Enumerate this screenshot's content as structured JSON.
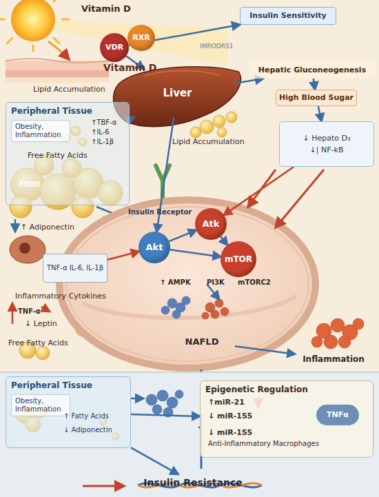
{
  "diagram": {
    "nodes": [
      {
        "text": [
          "VDR"
        ]
      },
      {
        "text": [
          "RXR"
        ]
      },
      {
        "text": [
          "Insulin Sensitivity"
        ]
      },
      {
        "text": [
          "Peripheral Tissue",
          "Obesity, Inflammation"
        ]
      },
      {
        "text": [
          "Liver"
        ]
      },
      {
        "text": [
          "Hepatic Gluconeogenesis"
        ]
      },
      {
        "text": [
          "High Blood Sugar"
        ]
      },
      {
        "text": [
          "↓ Hepato D₃",
          "↓| NF-kB"
        ]
      },
      {
        "text": [
          "Atk"
        ]
      },
      {
        "text": [
          "Akt"
        ]
      },
      {
        "text": [
          "mTOR"
        ]
      },
      {
        "text": [
          "TNF-α IL-6, IL-1β"
        ]
      },
      {
        "text": [
          "NAFLD"
        ]
      },
      {
        "text": [
          "Inflammation"
        ]
      },
      {
        "text": [
          "Peripheral Tissue",
          "Obesity, Inflammation"
        ]
      },
      {
        "text": [
          "Epigenetic Regulation"
        ]
      },
      {
        "text": [
          "TNFα"
        ],
        "in": 15
      },
      {
        "text": [
          "Insulin Resistance"
        ]
      }
    ],
    "edges": [
      {
        "from": 0,
        "to": 2,
        "arrow": "to"
      },
      {
        "from": 0,
        "to": 4,
        "arrow": "to"
      },
      {
        "from": 3,
        "to": 4,
        "arrow": "to"
      },
      {
        "from": 4,
        "to": 5,
        "arrow": "to"
      },
      {
        "from": 5,
        "to": 6,
        "arrow": "to"
      },
      {
        "from": 6,
        "to": 7,
        "arrow": "to"
      },
      {
        "from": 7,
        "to": 8,
        "arrow": "to"
      },
      {
        "from": 4,
        "to": 9,
        "arrow": "to"
      },
      {
        "from": 9,
        "to": 8,
        "arrow": "to"
      },
      {
        "from": 8,
        "to": 10,
        "arrow": "to"
      },
      {
        "from": 9,
        "to": 10,
        "arrow": "to"
      },
      {
        "from": 11,
        "to": 9,
        "arrow": "to"
      },
      {
        "from": 12,
        "to": 13,
        "arrow": "to"
      },
      {
        "from": 14,
        "to": 15,
        "arrow": "to"
      },
      {
        "from": 14,
        "to": 17,
        "arrow": "to"
      }
    ],
    "labels": [
      "Vitamin D",
      "Vitamin D",
      "IMRODRS1",
      "Lipid Accumulation",
      "↑TBF-α",
      "↑IL-6",
      "↑IL-1β",
      "Free Fatty Acids",
      "Lipid Accumulation",
      "Insulin Receptor",
      "↑ AMPK",
      "PI3K",
      "mTORC2",
      "FOXO",
      "↑ Adiponectin",
      "Inflammatory Cytokines",
      "TNF-α",
      "↓ Leptin",
      "Free Fatty Acids",
      "↑ Fatty Acids",
      "↓ Adiponectin",
      "↑miR-21",
      "↓ miR-155",
      "↓ miR-155",
      "Anti-Inflammatory Macrophages"
    ]
  }
}
